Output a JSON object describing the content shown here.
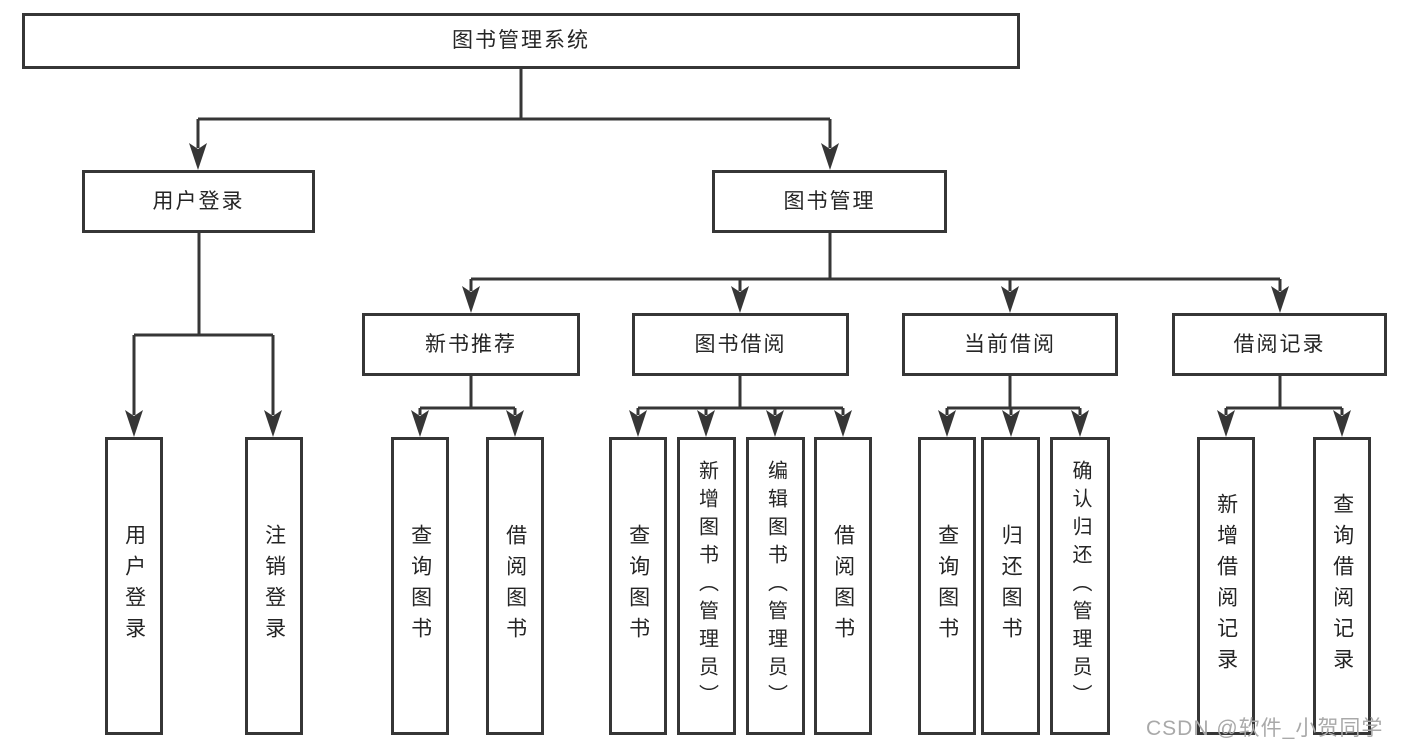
{
  "diagram": {
    "watermark": "CSDN @软件_小贺同学",
    "colors": {
      "line": "#363636",
      "box_border": "#363636",
      "text": "#252525",
      "watermark": "#a9a9a9",
      "background": "#ffffff"
    }
  },
  "nodes": {
    "root": {
      "label": "图书管理系统"
    },
    "level2": [
      {
        "label": "用户登录"
      },
      {
        "label": "图书管理"
      }
    ],
    "level3": [
      {
        "label": "新书推荐"
      },
      {
        "label": "图书借阅"
      },
      {
        "label": "当前借阅"
      },
      {
        "label": "借阅记录"
      }
    ],
    "level4": [
      {
        "label": "用户登录"
      },
      {
        "label": "注销登录"
      },
      {
        "label": "查询图书"
      },
      {
        "label": "借阅图书"
      },
      {
        "label": "查询图书"
      },
      {
        "label": "新增图书（管理员）"
      },
      {
        "label": "编辑图书（管理员）"
      },
      {
        "label": "借阅图书"
      },
      {
        "label": "查询图书"
      },
      {
        "label": "归还图书"
      },
      {
        "label": "确认归还（管理员）"
      },
      {
        "label": "新增借阅记录"
      },
      {
        "label": "查询借阅记录"
      }
    ]
  }
}
